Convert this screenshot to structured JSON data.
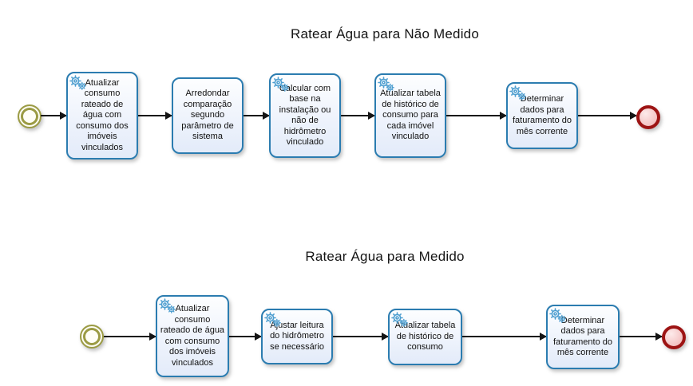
{
  "diagram": {
    "colors": {
      "task_border": "#2b7cb0",
      "task_fill_top": "#fdfeff",
      "task_fill_bottom": "#e3ebf9",
      "gear_icon": "#4f9fd0",
      "start_event_ring": "#9b9b44",
      "end_event_ring": "#9d1414",
      "end_event_fill": "#f2bcbc",
      "connector": "#141414",
      "title_text": "#151515"
    },
    "flows": [
      {
        "title": "Ratear Água para Não Medido",
        "tasks": [
          {
            "label": "Atualizar consumo rateado de água com consumo dos imóveis vinculados",
            "icon": "service-gears-icon"
          },
          {
            "label": "Arredondar comparação segundo parâmetro de sistema",
            "icon": ""
          },
          {
            "label": "Calcular com base na instalação ou não de hidrômetro vinculado",
            "icon": "service-gears-icon"
          },
          {
            "label": "Atualizar tabela de histórico de consumo para cada imóvel vinculado",
            "icon": "service-gears-icon"
          },
          {
            "label": "Determinar dados para faturamento do mês corrente",
            "icon": "service-gears-icon"
          }
        ]
      },
      {
        "title": "Ratear Água para Medido",
        "tasks": [
          {
            "label": "Atualizar consumo rateado de água com consumo dos imóveis vinculados",
            "icon": "service-gears-icon"
          },
          {
            "label": "Ajustar leitura do hidrômetro se necessário",
            "icon": "service-gears-icon"
          },
          {
            "label": "Atualizar tabela de histórico de consumo",
            "icon": "service-gears-icon"
          },
          {
            "label": "Determinar dados para faturamento do mês corrente",
            "icon": "service-gears-icon"
          }
        ]
      }
    ]
  }
}
